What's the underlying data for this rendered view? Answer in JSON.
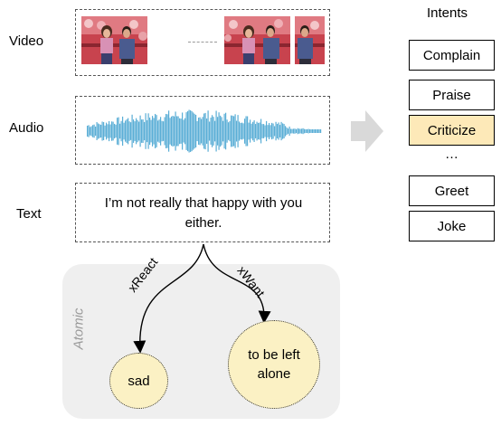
{
  "inputs": {
    "video_label": "Video",
    "audio_label": "Audio",
    "text_label": "Text",
    "text_content": "I’m not really that happy with you either."
  },
  "atomic": {
    "title": "Atomic",
    "relations": [
      "xReact",
      "xWant"
    ],
    "nodes": [
      "sad",
      "to be left alone"
    ]
  },
  "intents": {
    "title": "Intents",
    "items": [
      "Complain",
      "Praise",
      "Criticize",
      "…",
      "Greet",
      "Joke"
    ],
    "highlighted": "Criticize"
  },
  "colors": {
    "waveform": "#5aaed6",
    "highlight": "#fde9b8",
    "node_fill": "#fbf1c4",
    "atomic_bg": "#efefef",
    "arrow": "#d9d9d9"
  }
}
